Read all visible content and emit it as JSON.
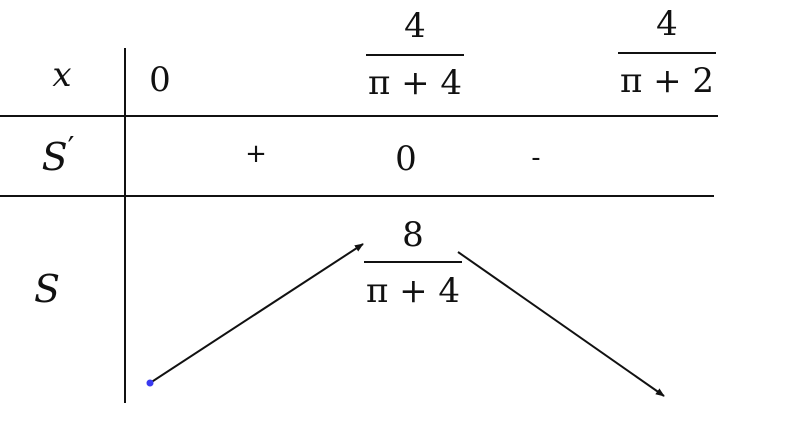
{
  "table": {
    "row_labels": {
      "x": "x",
      "derivative_var": "S",
      "derivative_mark": "′",
      "function": "S"
    },
    "x_values": {
      "start": "0",
      "critical_num": "4",
      "critical_den": "π + 4",
      "end_num": "4",
      "end_den": "π + 2"
    },
    "derivative": {
      "sign_left": "+",
      "zero": "0",
      "sign_right": "-"
    },
    "function_values": {
      "max_num": "8",
      "max_den": "π + 4"
    },
    "colors": {
      "lines": "#111111",
      "start_dot": "#3a3af0"
    }
  }
}
